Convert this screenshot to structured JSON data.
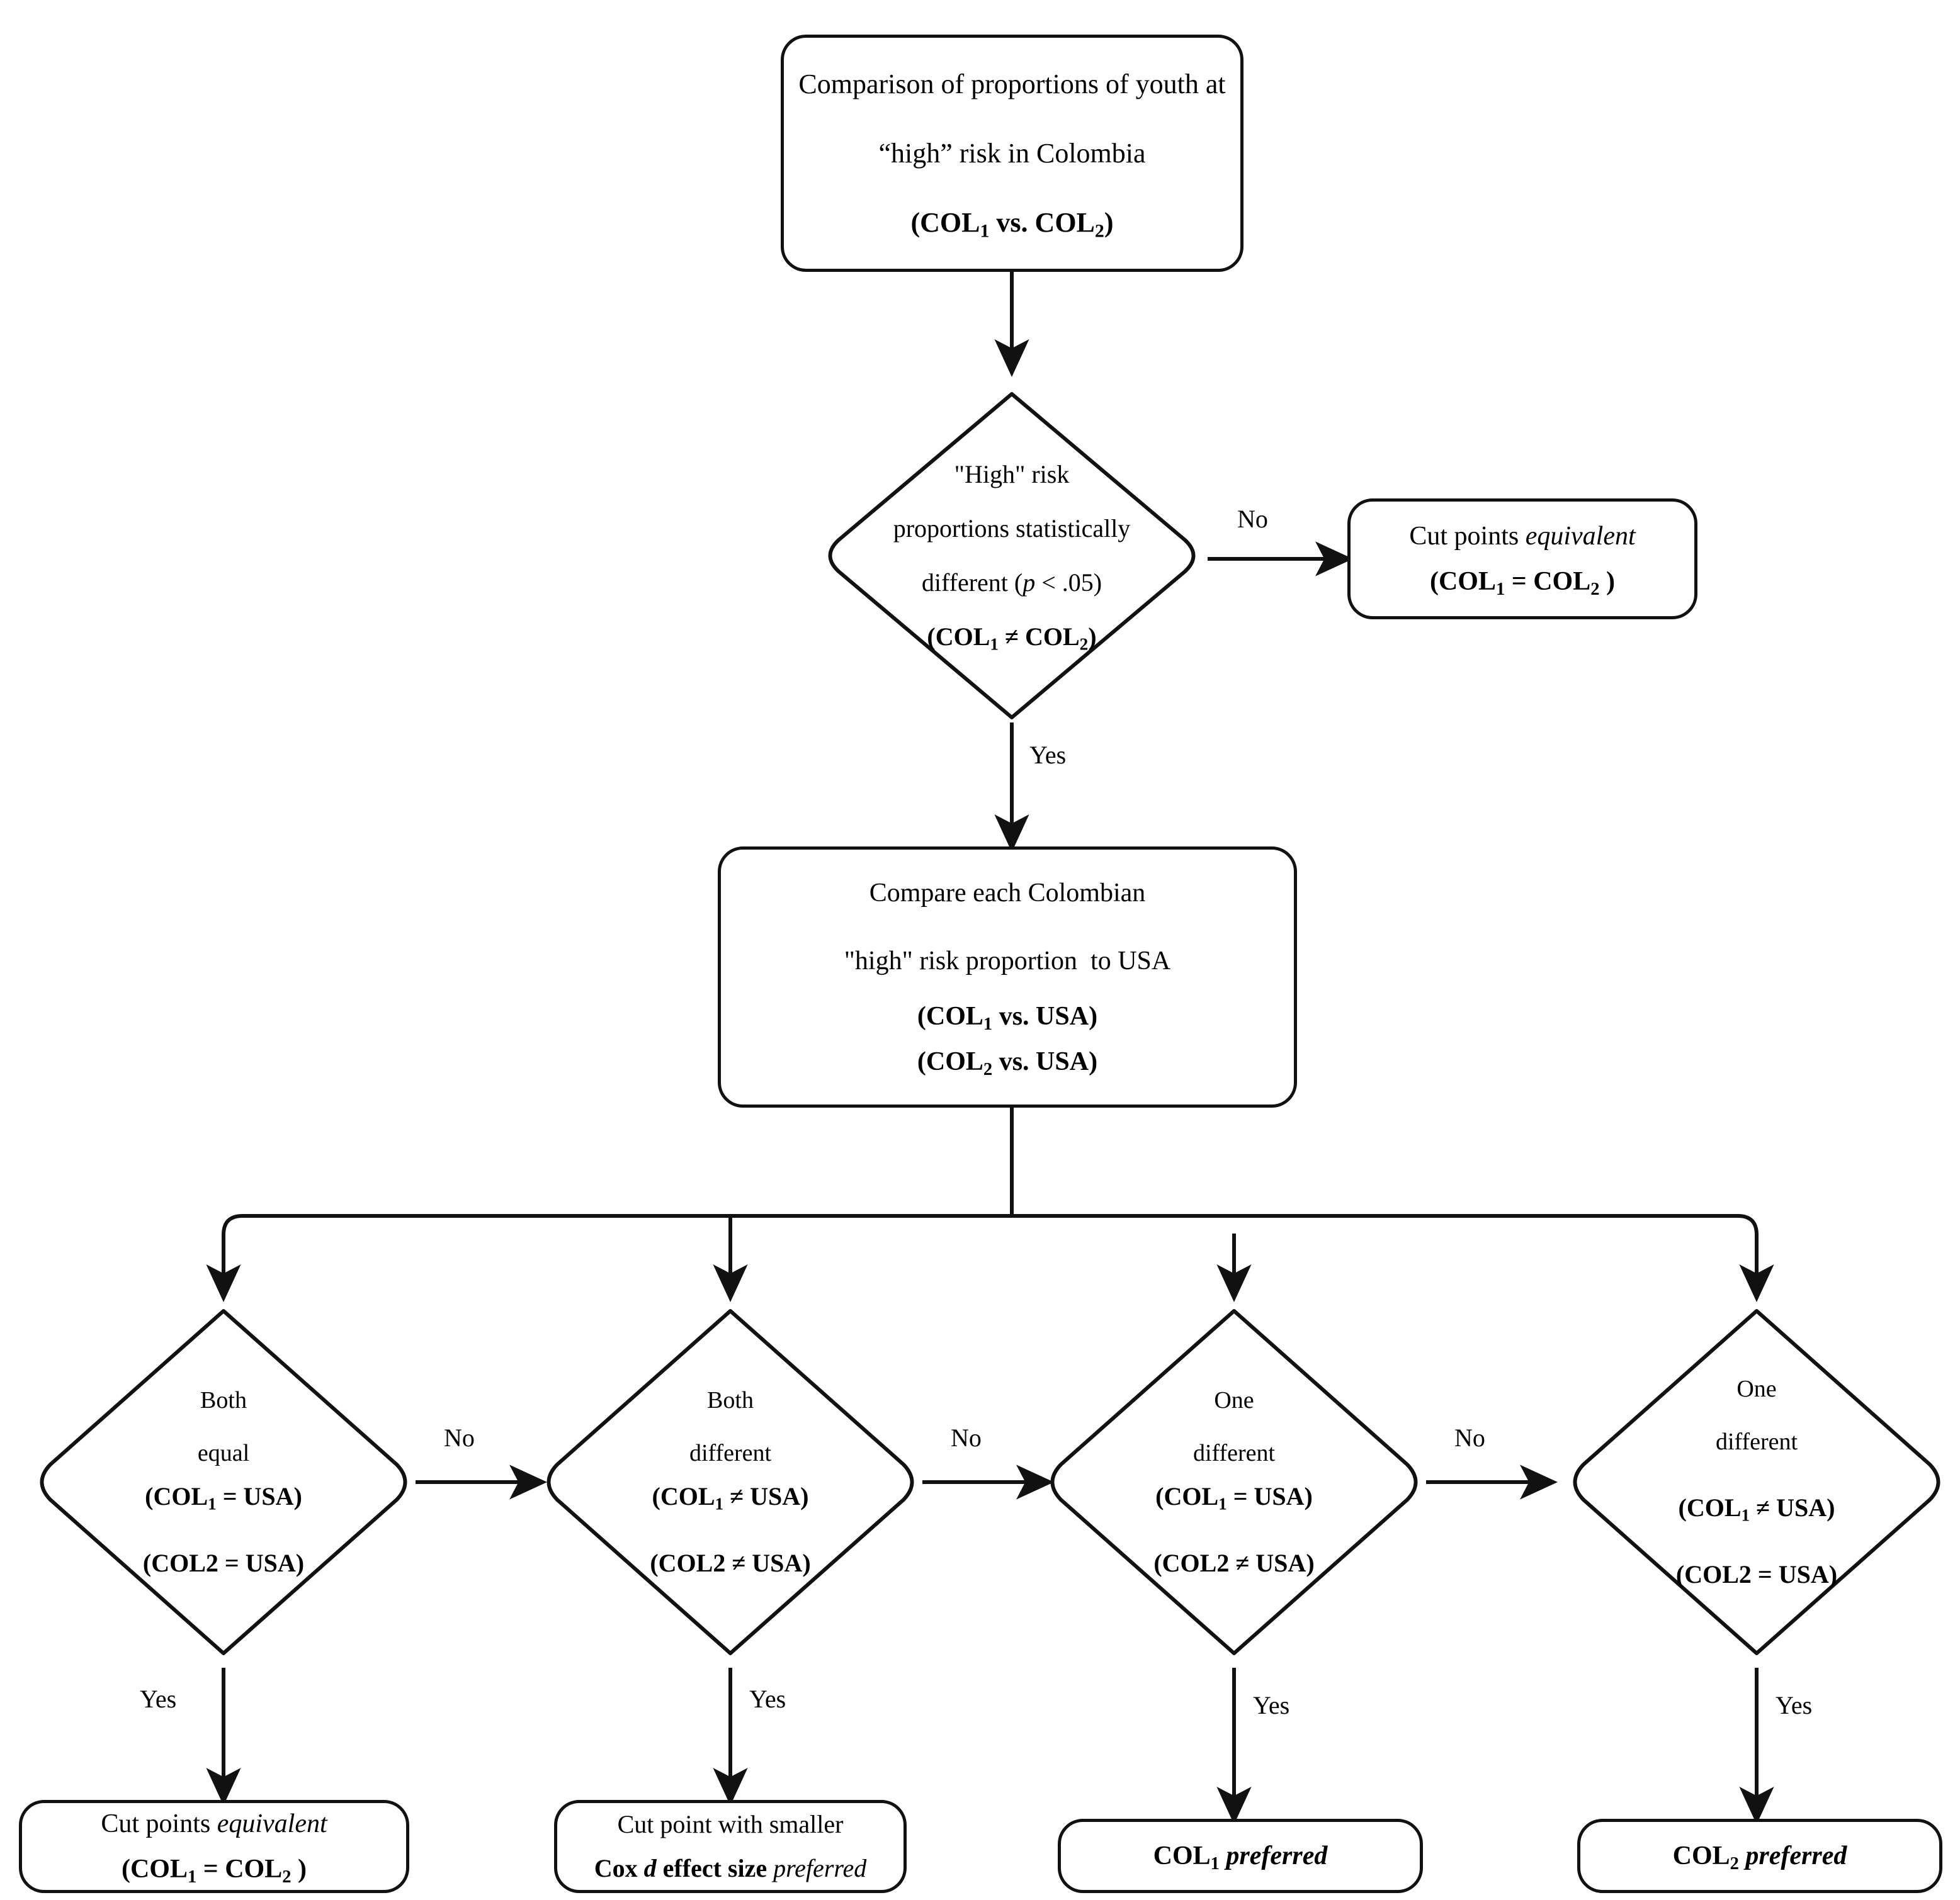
{
  "diagram": {
    "title": "Decision flowchart for comparing Colombian cut points",
    "line_color": "#111111",
    "background_color": "#ffffff"
  },
  "nodes": {
    "start_box": {
      "line1": "Comparison of proportions of youth at",
      "line2": "“high” risk in Colombia",
      "line3_pre": "(COL",
      "line3_sub1": "1",
      "line3_mid": " vs. COL",
      "line3_sub2": "2",
      "line3_post": ")"
    },
    "decision_top": {
      "line1": "\"High\" risk",
      "line2": "proportions statistically",
      "line3_a": "different (",
      "line3_p": "p",
      "line3_b": " < .05)",
      "line4_pre": "(COL",
      "line4_sub1": "1",
      "line4_mid": " ≠ COL",
      "line4_sub2": "2",
      "line4_post": ")"
    },
    "equiv_right": {
      "line1_a": "Cut points ",
      "line1_b": "equivalent",
      "line2_pre": "(COL",
      "line2_sub1": "1",
      "line2_mid": " = COL",
      "line2_sub2": "2",
      "line2_post": " )"
    },
    "compare_usa": {
      "line1": "Compare each Colombian",
      "line2": "\"high\" risk proportion  to USA",
      "line3_pre": "(COL",
      "line3_sub1": "1",
      "line3_post": " vs. USA)",
      "line4_pre": "(COL",
      "line4_sub1": "2",
      "line4_post": " vs. USA)"
    },
    "decision_1": {
      "line1": "Both",
      "line2": "equal",
      "line3_pre": "(COL",
      "line3_sub1": "1",
      "line3_post": " = USA)",
      "line4": "(COL2 = USA)"
    },
    "decision_2": {
      "line1": "Both",
      "line2": "different",
      "line3_pre": "(COL",
      "line3_sub1": "1",
      "line3_post": " ≠ USA)",
      "line4": "(COL2 ≠ USA)"
    },
    "decision_3": {
      "line1": "One",
      "line2": "different",
      "line3_pre": "(COL",
      "line3_sub1": "1",
      "line3_post": " = USA)",
      "line4": "(COL2 ≠ USA)"
    },
    "decision_4": {
      "line1": "One",
      "line2": "different",
      "line3_pre": "(COL",
      "line3_sub1": "1",
      "line3_post": " ≠ USA)",
      "line4": "(COL2 = USA)"
    },
    "result_1": {
      "line1_a": "Cut points ",
      "line1_b": "equivalent",
      "line2_pre": "(COL",
      "line2_sub1": "1",
      "line2_mid": " = COL",
      "line2_sub2": "2",
      "line2_post": " )"
    },
    "result_2": {
      "line1": "Cut point with smaller",
      "line2_a": "Cox ",
      "line2_d": "d",
      "line2_b": " effect size ",
      "line2_c": "preferred"
    },
    "result_3": {
      "line1_pre": "COL",
      "line1_sub": "1",
      "line1_post": " preferred"
    },
    "result_4": {
      "line1_pre": "COL",
      "line1_sub": "2",
      "line1_post": " preferred"
    }
  },
  "edges": {
    "no_top": "No",
    "yes_top": "Yes",
    "no_1": "No",
    "no_2": "No",
    "no_3": "No",
    "yes_1": "Yes",
    "yes_2": "Yes",
    "yes_3": "Yes",
    "yes_4": "Yes"
  }
}
